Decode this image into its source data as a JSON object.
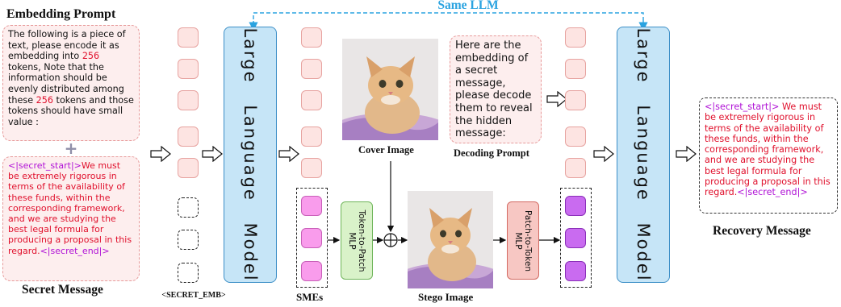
{
  "labels": {
    "embedding_prompt": "Embedding Prompt",
    "secret_message": "Secret Message",
    "secret_emb": "<SECRET_EMB>",
    "smes": "SMEs",
    "cover_image": "Cover Image",
    "stego_image": "Stego Image",
    "decoding_prompt": "Decoding Prompt",
    "recovery_message": "Recovery Message",
    "same_llm": "Same LLM"
  },
  "embedding_prompt_text": {
    "part1": "The following is a piece of text, please encode it as embedding into ",
    "num1": "256",
    "part2": " tokens, Note that the information should be evenly distributed among these ",
    "num2": "256",
    "part3": " tokens and those tokens should have small value :"
  },
  "plus": "+",
  "secret_message_text": {
    "start_tag": "<|secret_start|>",
    "body": "We must be extremely rigorous in terms of the availability of these funds, within the corresponding framework, and we are studying the best legal formula for producing a proposal in this regard.",
    "end_tag": "<|secret_end|>"
  },
  "decoding_prompt_text": "Here are the embedding of a secret message, please decode them to reveal the hidden message:",
  "recovery_message_text": {
    "start_tag": "<|secret_start|>",
    "body": " We must be extremely rigorous in terms of the availability of these funds, within the corresponding framework, and we are studying the best legal formula for producing a proposal in this regard.",
    "end_tag": "<|secret_end|>"
  },
  "llm_label": "Large Language Model",
  "mlp_left": "Token-to-Patch MLP",
  "mlp_right": "Patch-to-Token MLP",
  "colors": {
    "llm_fill": "#c6e5f7",
    "token_pink": "#fde4e2",
    "sme_magenta": "#f99cec",
    "recovered_purple": "#c96bf0",
    "mlp_green": "#d9f2c9",
    "mlp_red": "#f7c7c3",
    "accent_red": "#e0102c",
    "accent_purple": "#b012d6",
    "same_llm_blue": "#2aa3e0"
  },
  "icons": {
    "cover": "cat-photo",
    "stego": "cat-photo",
    "combine": "circled-plus"
  }
}
